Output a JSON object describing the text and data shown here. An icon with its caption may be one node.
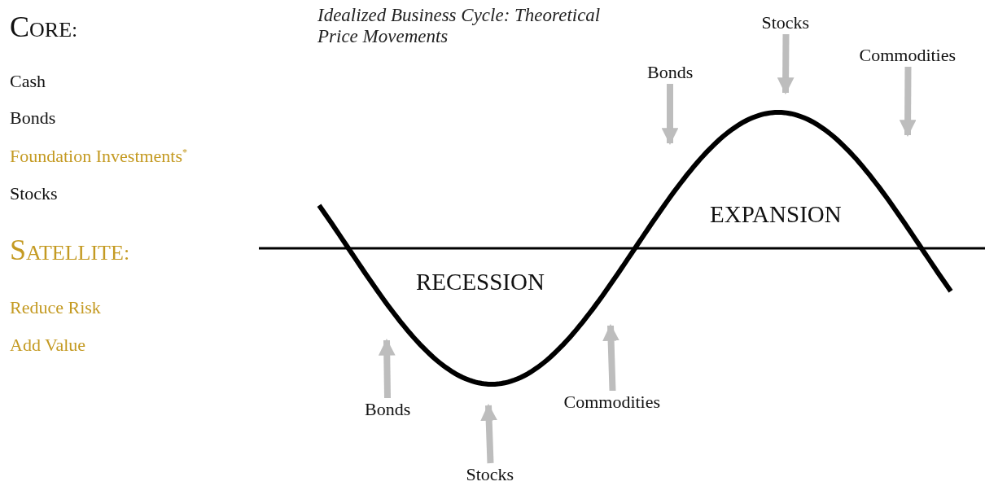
{
  "diagram": {
    "title": "Idealized Business Cycle: Theoretical Price Movements",
    "nodes": [
      {
        "text": [
          "Stocks"
        ]
      },
      {
        "text": [
          "Commodities"
        ]
      },
      {
        "text": [
          "Bonds"
        ]
      },
      {
        "text": [
          "Commodities"
        ]
      },
      {
        "text": [
          "Bonds"
        ]
      },
      {
        "text": [
          "Stocks"
        ]
      }
    ],
    "edges": [
      {
        "from": 0,
        "to": null,
        "arrow": "to"
      },
      {
        "from": 1,
        "to": null,
        "arrow": "to"
      },
      {
        "from": 2,
        "to": null,
        "arrow": "to"
      },
      {
        "from": 3,
        "to": null,
        "arrow": "to"
      },
      {
        "from": 4,
        "to": null,
        "arrow": "to"
      },
      {
        "from": 5,
        "to": null,
        "arrow": "to"
      }
    ],
    "labels": [
      "CORE:",
      "Cash",
      "Bonds",
      "Foundation Investments$^{*}$",
      "Stocks",
      "SATELLITE:",
      "Reduce Risk",
      "Add Value",
      "EXPANSION",
      "RECESSION"
    ]
  }
}
